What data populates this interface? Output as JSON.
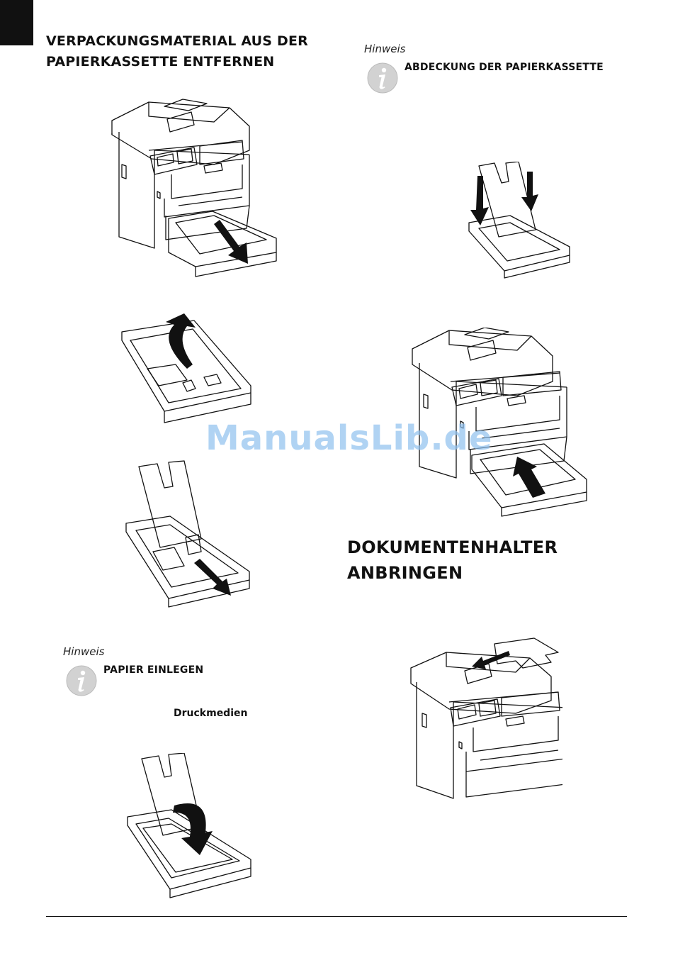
{
  "left_column": {
    "heading_line1": "VERPACKUNGSMATERIAL AUS DER",
    "heading_line2": "PAPIERKASSETTE ENTFERNEN",
    "note": {
      "label": "Hinweis",
      "title": "PAPIER EINLEGEN",
      "inline_bold": "Druckmedien"
    }
  },
  "right_column": {
    "note": {
      "label": "Hinweis",
      "title": "ABDECKUNG DER PAPIERKASSETTE"
    },
    "heading_line1": "DOKUMENTENHALTER",
    "heading_line2": "ANBRINGEN"
  },
  "watermark": "ManualsLib.de",
  "icons": {
    "info": "info-icon",
    "arrow": "arrow-icon"
  }
}
